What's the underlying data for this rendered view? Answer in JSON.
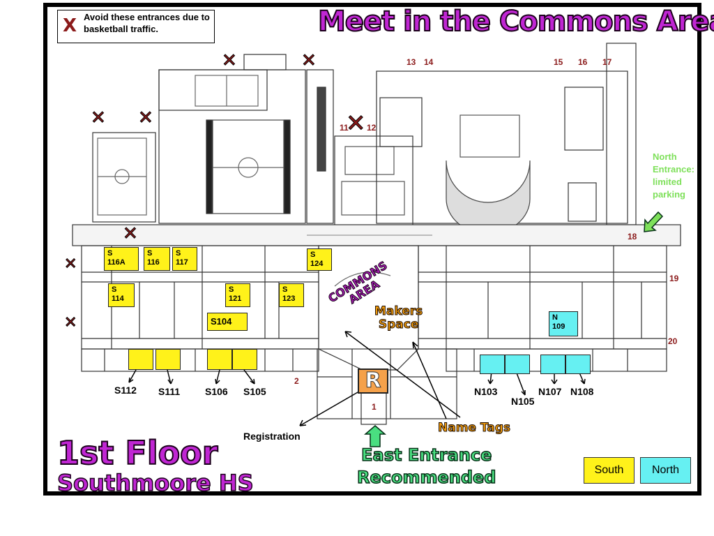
{
  "legend": {
    "mark": "X",
    "text": "Avoid these entrances due to basketball traffic."
  },
  "title": "Meet in the Commons Area",
  "floor_title": "1st Floor",
  "school_name": "Southmoore HS",
  "key": {
    "south": "South",
    "north": "North"
  },
  "colors": {
    "south": "#fff21a",
    "north": "#66f0f2",
    "accent": "#c026d3",
    "x_mark": "#8b1a1a",
    "green": "#4ade80",
    "orange": "#f59e0b"
  },
  "rooms": {
    "s116a": "S\n116A",
    "s116": "S\n116",
    "s117": "S\n117",
    "s124": "S\n124",
    "s114": "S\n114",
    "s121": "S\n121",
    "s123": "S\n123",
    "s104": "S104",
    "n109": "N\n109"
  },
  "external_labels": {
    "s112": "S112",
    "s111": "S111",
    "s106": "S106",
    "s105": "S105",
    "n103": "N103",
    "n105": "N105",
    "n107": "N107",
    "n108": "N108"
  },
  "entrance_numbers": {
    "e1": "1",
    "e2": "2",
    "e11": "11",
    "e12": "12",
    "e13": "13",
    "e14": "14",
    "e15": "15",
    "e16": "16",
    "e17": "17",
    "e18": "18",
    "e19": "19",
    "e20": "20"
  },
  "annotations": {
    "commons_area": "COMMONS\nAREA",
    "makers_space": "Makers\nSpace",
    "registration": "Registration",
    "registration_mark": "R",
    "name_tags": "Name Tags",
    "east_entrance": "East Entrance\nRecommended",
    "north_entrance": "North\nEntrance:\nlimited\nparking"
  },
  "icons": [
    "x-mark-icon",
    "green-arrow-up-icon",
    "green-arrow-down-left-icon"
  ]
}
